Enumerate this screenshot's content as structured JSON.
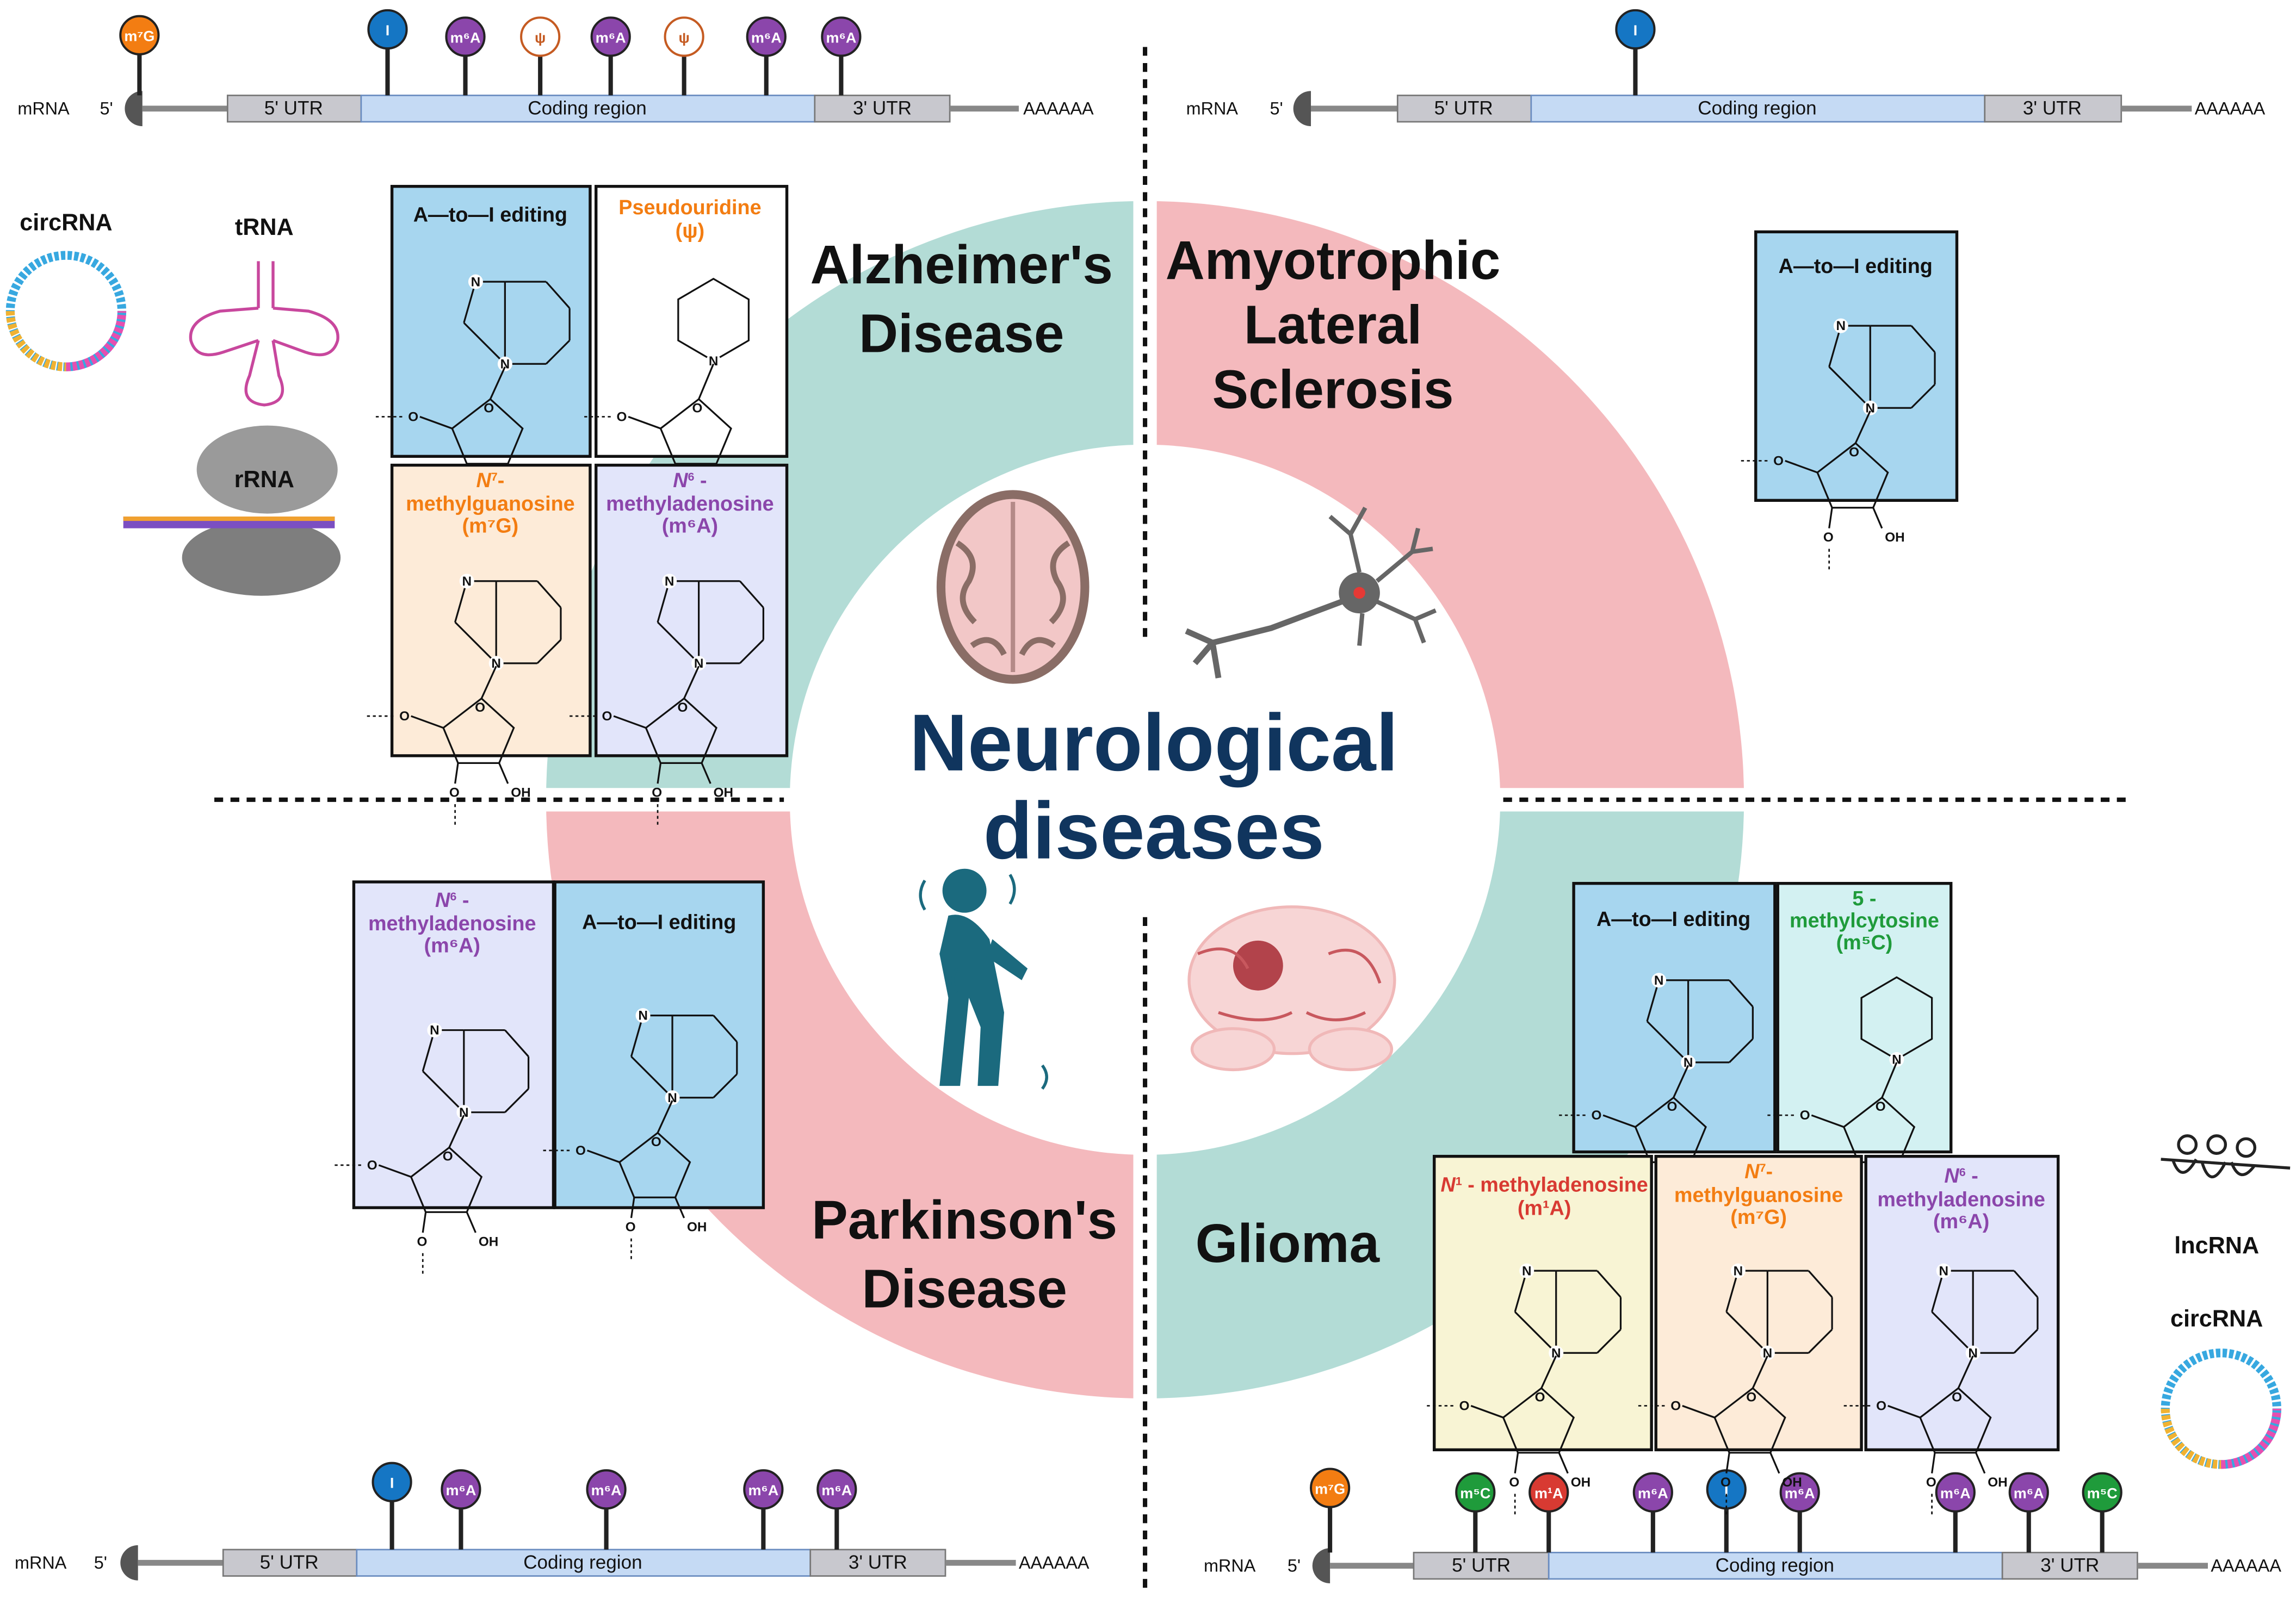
{
  "center_title": [
    "Neurological",
    "diseases"
  ],
  "diseases": {
    "alzheimers": [
      "Alzheimer's",
      "Disease"
    ],
    "als": [
      "Amyotrophic",
      "Lateral",
      "Sclerosis"
    ],
    "parkinsons": [
      "Parkinson's",
      "Disease"
    ],
    "glioma": "Glioma"
  },
  "mrna": {
    "label": "mRNA",
    "five_prime": "5'",
    "utr5": "5' UTR",
    "coding": "Coding region",
    "utr3": "3' UTR",
    "polya": "AAAAAA"
  },
  "rna_types": {
    "circ_left": "circRNA",
    "trna": "tRNA",
    "rrna": "rRNA",
    "lnc": "lncRNA",
    "circ_right": "circRNA"
  },
  "modifications": {
    "a_to_i": "A—to—I editing",
    "pseudo_line1": "Pseudouridine",
    "pseudo_line2": "(ψ)",
    "m7g_sym": "N",
    "m7g_sup": "7",
    "m7g_dash": "-",
    "m7g_line2": "methylguanosine",
    "m7g_line3": "(m⁷G)",
    "m6a_sym": "N",
    "m6a_sup": "6",
    "m6a_dash": " -",
    "m6a_line2": "methyladenosine",
    "m6a_line3": "(m⁶A)",
    "m5c_line1": "5 -",
    "m5c_line2": "methylcytosine",
    "m5c_line3": "(m⁵C)",
    "m1a_sym": "N",
    "m1a_sup": "1",
    "m1a_rest": " - methyladenosine",
    "m1a_line2": "(m¹A)"
  },
  "pins": {
    "I": "I",
    "m6A": "m⁶A",
    "psi": "ψ",
    "m7G": "m⁷G",
    "m5C": "m⁵C",
    "m1A": "m¹A"
  },
  "colors": {
    "teal": "#b3dcd6",
    "pink": "#f4b9bd",
    "navy": "#10355e",
    "box_blue": "#a7d6ef",
    "box_lavender": "#e2e5fa",
    "box_peach": "#fdebd8",
    "box_yellow": "#f8f4d4",
    "box_cyan": "#d3f1f2",
    "orange": "#f37d12",
    "purple": "#8b46ab",
    "green": "#1f9b3b",
    "red": "#d83a32",
    "pin_blue": "#1576c4"
  }
}
